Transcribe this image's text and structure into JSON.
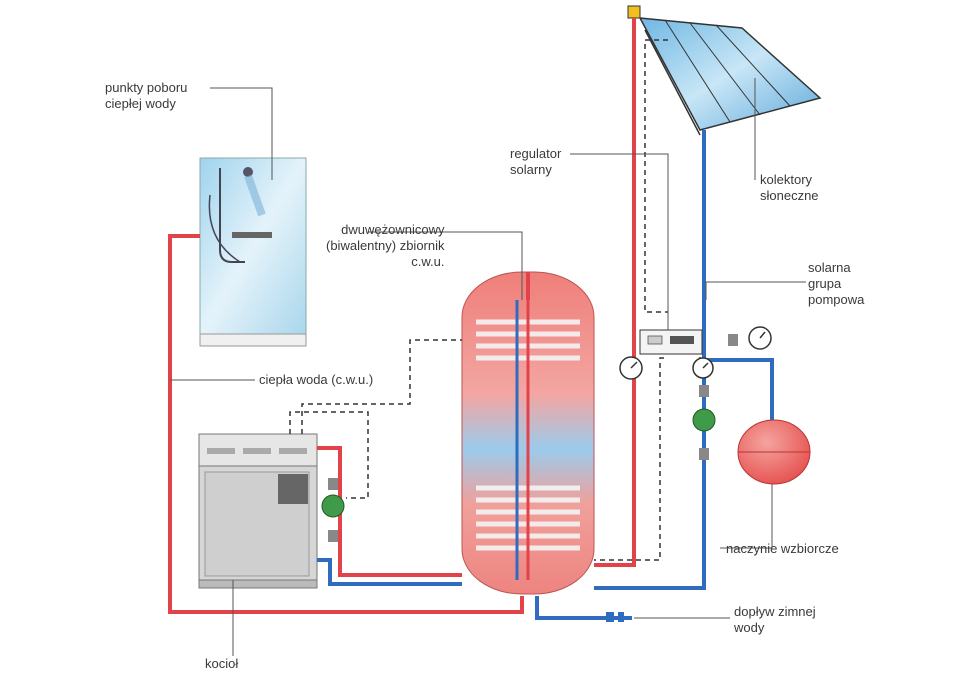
{
  "labels": {
    "hot_water_points": [
      "punkty poboru",
      "ciepłej wody"
    ],
    "dhw_hot_water": "ciepła woda (c.w.u.)",
    "bivalent_tank": [
      "dwuwężownicowy",
      "(biwalentny) zbiornik",
      "c.w.u."
    ],
    "solar_controller": [
      "regulator",
      "solarny"
    ],
    "solar_collectors": [
      "kolektory",
      "słoneczne"
    ],
    "solar_pump_group": [
      "solarna",
      "grupa",
      "pompowa"
    ],
    "expansion_vessel": "naczynie wzbiorcze",
    "cold_water_inlet": [
      "dopływ zimnej",
      "wody"
    ],
    "boiler": "kocioł"
  },
  "colors": {
    "hot_pipe": "#e2434a",
    "cold_pipe": "#2f6cc0",
    "control_wire": "#333333",
    "tank_hot": "#f08a86",
    "tank_cold": "#8fc4ea",
    "collector_glass": "#8fc8ea",
    "boiler_body": "#d8d8d8",
    "pump_green": "#3f9a4a"
  }
}
